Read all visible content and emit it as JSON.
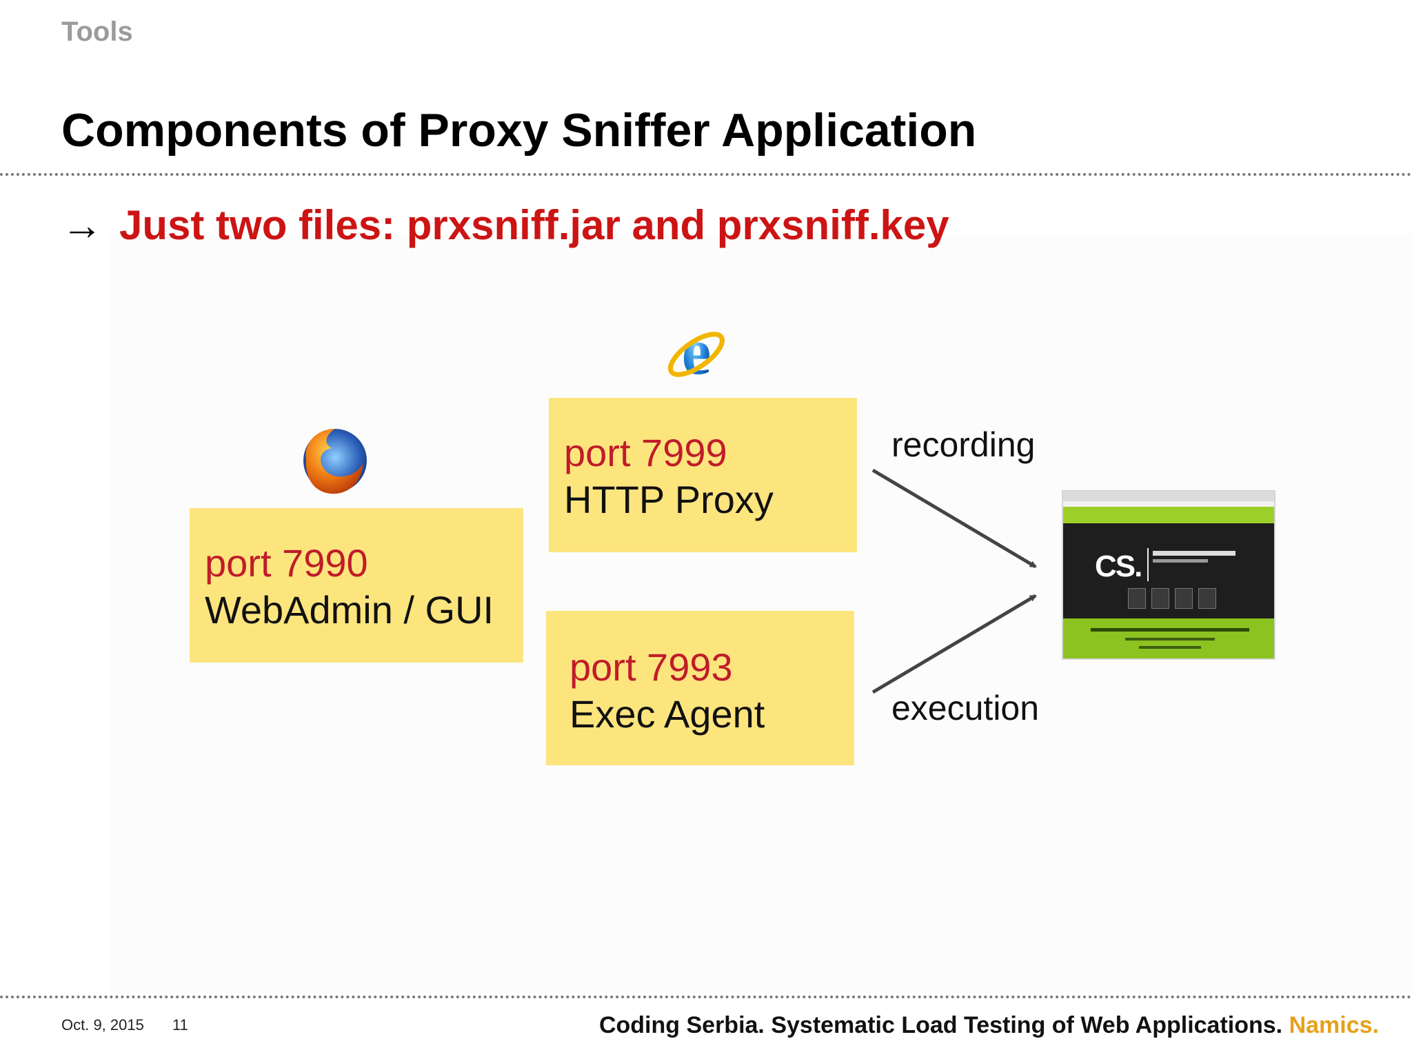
{
  "header": {
    "section_label": "Tools",
    "title": "Components of Proxy Sniffer Application"
  },
  "subtitle": {
    "arrow": "→",
    "text": "Just two files: prxsniff.jar and prxsniff.key"
  },
  "diagram": {
    "components": [
      {
        "port": "port 7990",
        "service": "WebAdmin / GUI",
        "client_icon": "firefox-icon"
      },
      {
        "port": "port 7999",
        "service": "HTTP Proxy",
        "client_icon": "internet-explorer-icon"
      },
      {
        "port": "port 7993",
        "service": "Exec Agent"
      }
    ],
    "flows": {
      "recording": "recording",
      "execution": "execution"
    },
    "target": {
      "icon": "website-screenshot",
      "logo_text": "CS."
    }
  },
  "footer": {
    "date": "Oct. 9, 2015",
    "page": "11",
    "title": "Coding Serbia. Systematic Load Testing of Web Applications.",
    "brand": "Namics."
  },
  "colors": {
    "box_fill": "#fde57e",
    "port_text": "#c01c2a",
    "subtitle": "#cc1414",
    "brand": "#e6a11b",
    "section_label": "#9b9b9b"
  }
}
